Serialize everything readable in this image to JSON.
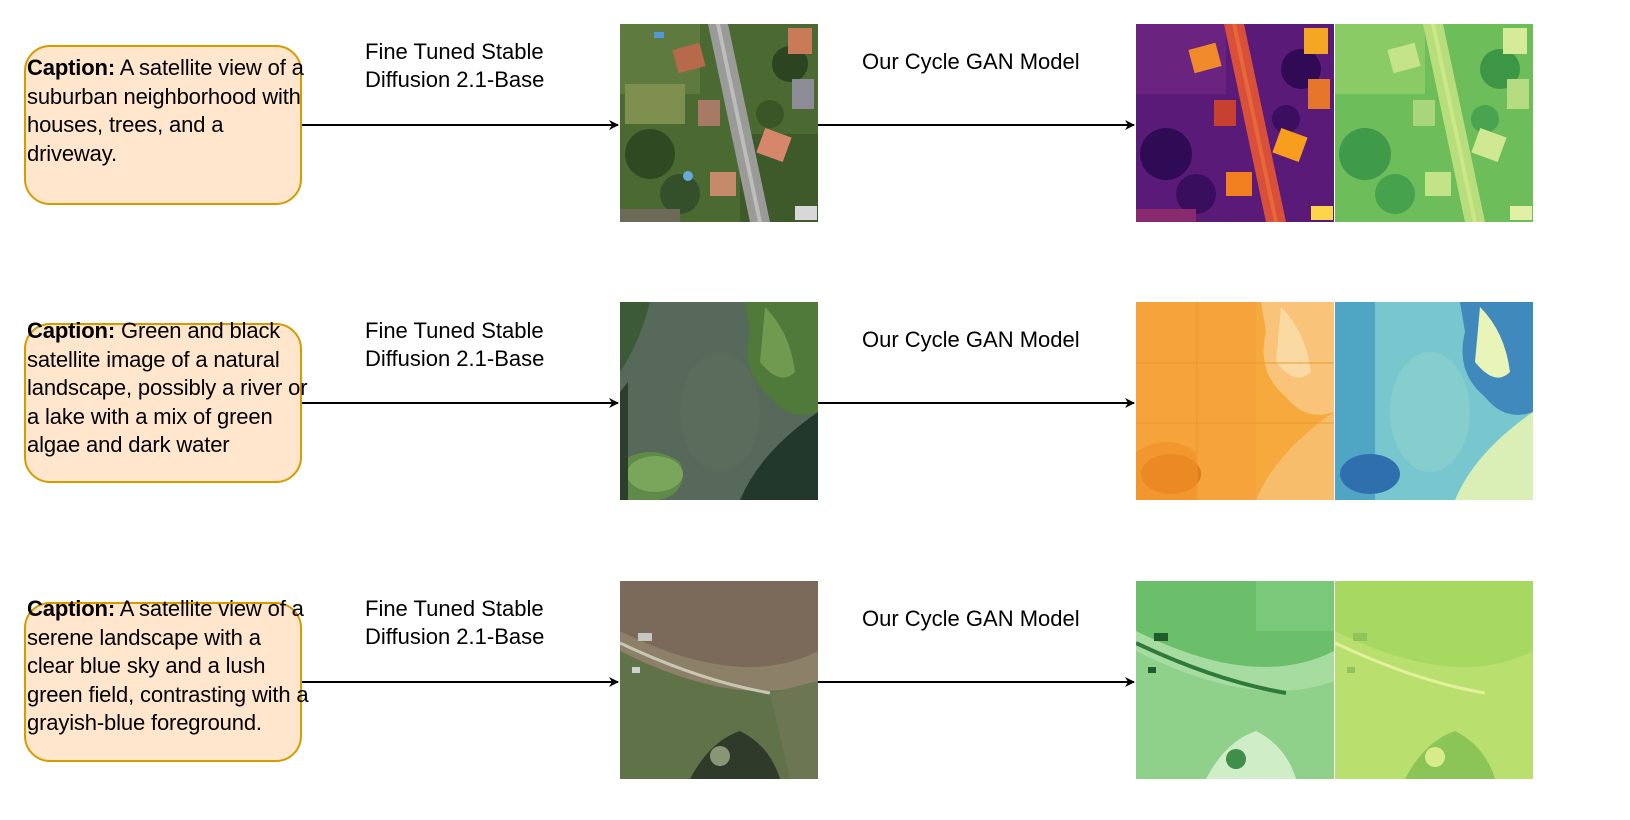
{
  "rows": [
    {
      "caption_prefix": "Caption:",
      "caption_text": " A satellite view of a suburban neighborhood with houses, trees, and a driveway.",
      "generator_label": [
        "Fine Tuned Stable",
        "Diffusion 2.1-Base"
      ],
      "translator_label": "Our Cycle GAN Model"
    },
    {
      "caption_prefix": "Caption:",
      "caption_text": " Green and black satellite image of a natural landscape, possibly a river or a lake with a mix of green algae and dark water",
      "generator_label": [
        "Fine Tuned Stable",
        "Diffusion 2.1-Base"
      ],
      "translator_label": "Our Cycle GAN Model"
    },
    {
      "caption_prefix": "Caption:",
      "caption_text": " A satellite view of a serene landscape with a clear blue sky and a lush green field, contrasting with a grayish-blue foreground.",
      "generator_label": [
        "Fine Tuned Stable",
        "Diffusion 2.1-Base"
      ],
      "translator_label": "Our Cycle GAN Model"
    }
  ],
  "colors": {
    "caption_fill": "#ffe6cc",
    "caption_border": "#d79b00",
    "arrow": "#000000"
  }
}
